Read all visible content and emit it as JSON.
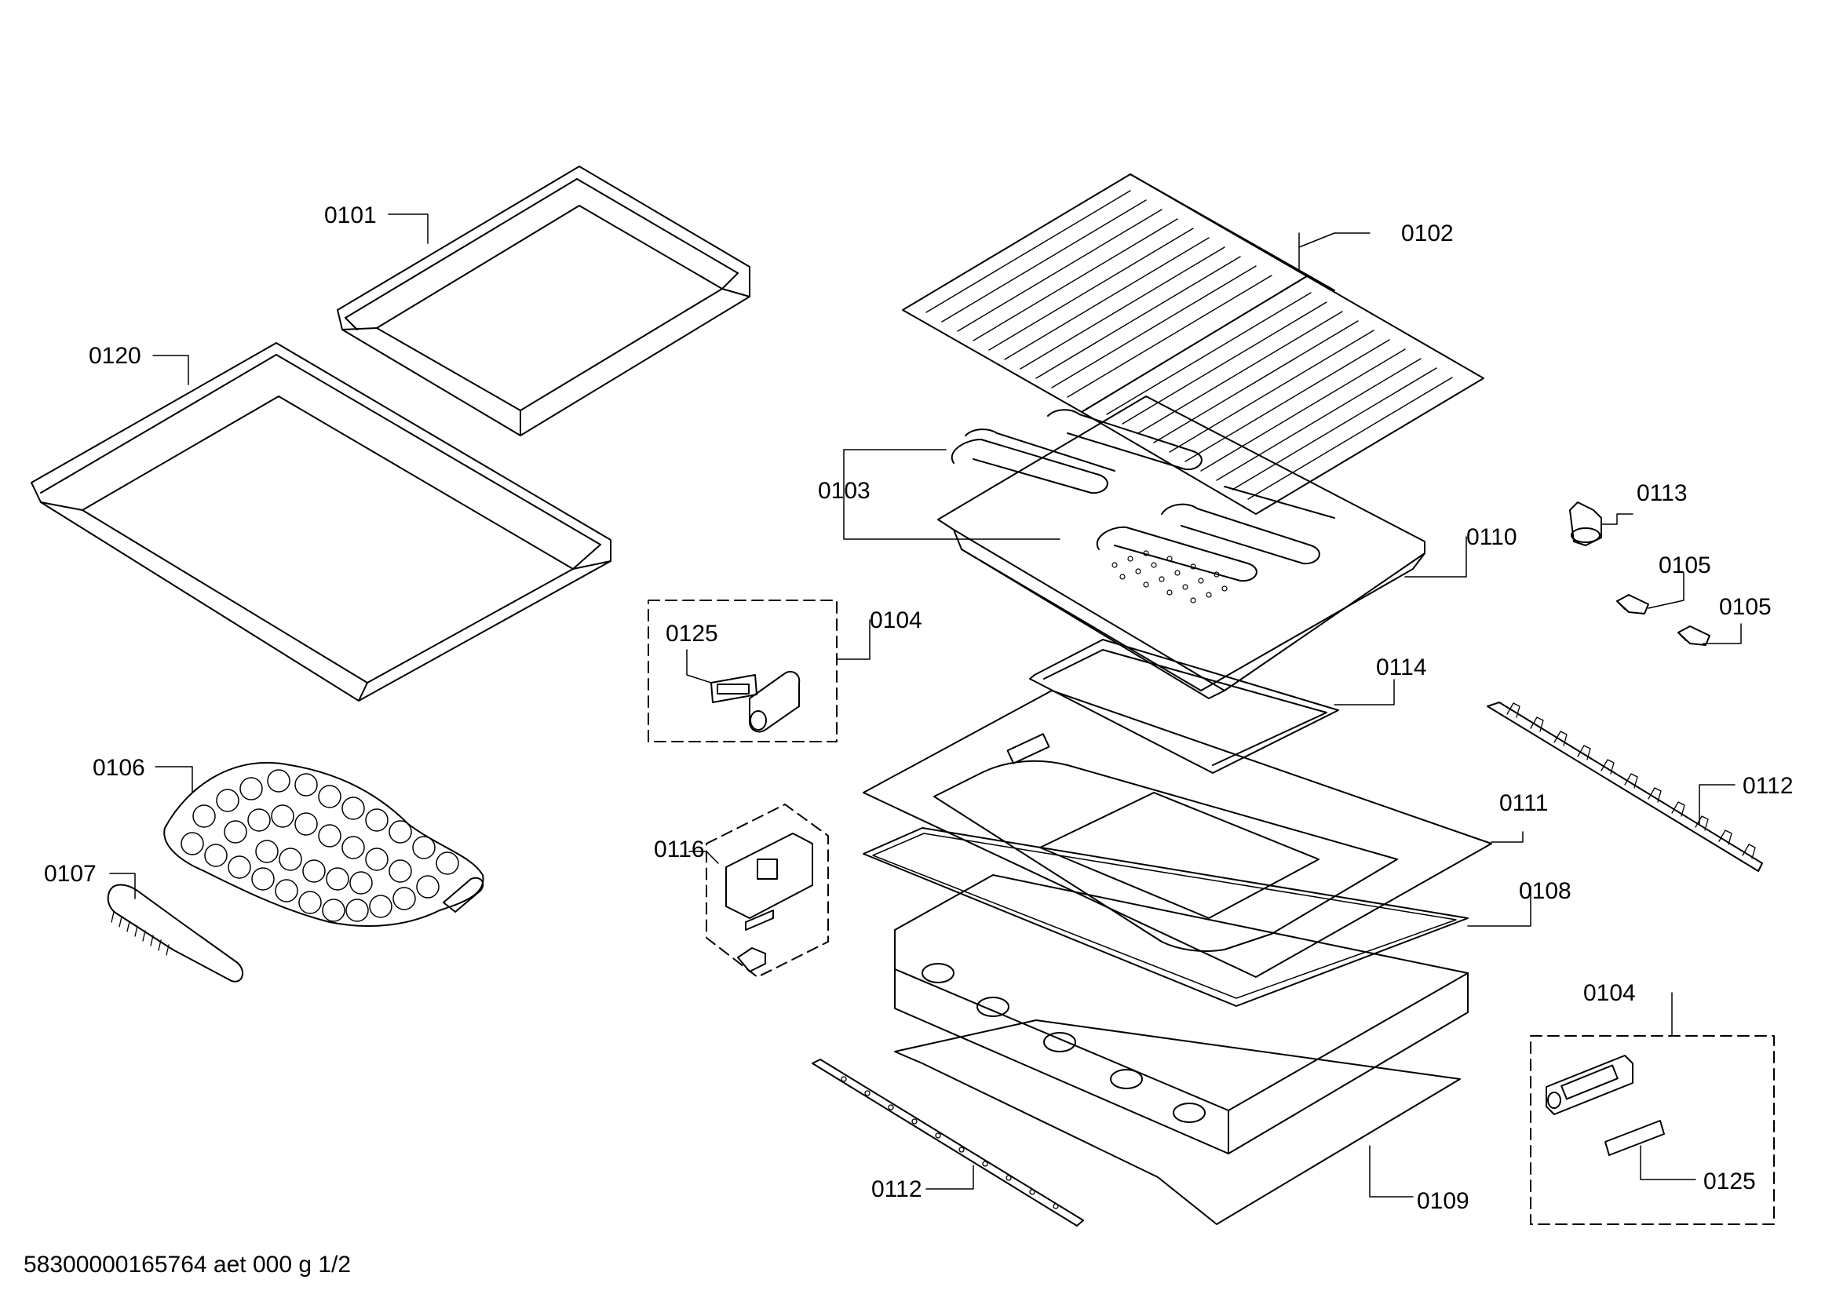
{
  "labels": {
    "p0101": "0101",
    "p0120": "0120",
    "p0102": "0102",
    "p0103": "0103",
    "p0110": "0110",
    "p0113": "0113",
    "p0105a": "0105",
    "p0105b": "0105",
    "p0125a": "0125",
    "p0104a": "0104",
    "p0114": "0114",
    "p0106": "0106",
    "p0107": "0107",
    "p0112a": "0112",
    "p0111": "0111",
    "p0116": "0116",
    "p0108": "0108",
    "p0104b": "0104",
    "p0112b": "0112",
    "p0109": "0109",
    "p0125b": "0125"
  },
  "footer": "58300000165764 aet 000 g 1/2"
}
